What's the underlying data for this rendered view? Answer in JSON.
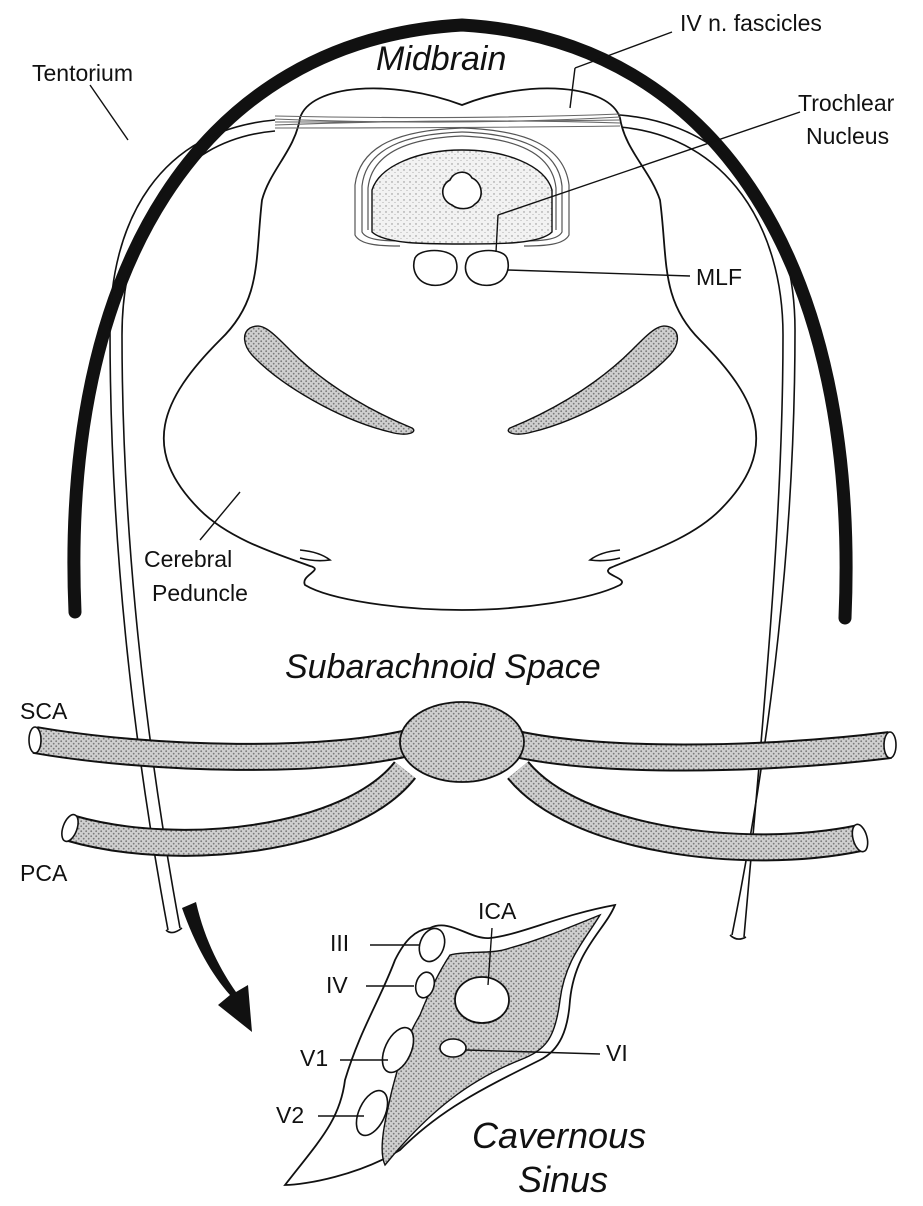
{
  "labels": {
    "tentorium": "Tentorium",
    "midbrain": "Midbrain",
    "iv_fascicles": "IV n. fascicles",
    "trochlear_line1": "Trochlear",
    "trochlear_line2": "Nucleus",
    "mlf": "MLF",
    "cerebral_line1": "Cerebral",
    "cerebral_line2": "Peduncle",
    "subarachnoid": "Subarachnoid Space",
    "sca": "SCA",
    "pca": "PCA",
    "ica": "ICA",
    "iii": "III",
    "iv": "IV",
    "v1": "V1",
    "v2": "V2",
    "vi": "VI",
    "cavernous_line1": "Cavernous",
    "cavernous_line2": "Sinus"
  },
  "colors": {
    "ink": "#111111",
    "shade": "#b8b8b8",
    "light_shade": "#d6d6d6",
    "background": "#ffffff"
  }
}
